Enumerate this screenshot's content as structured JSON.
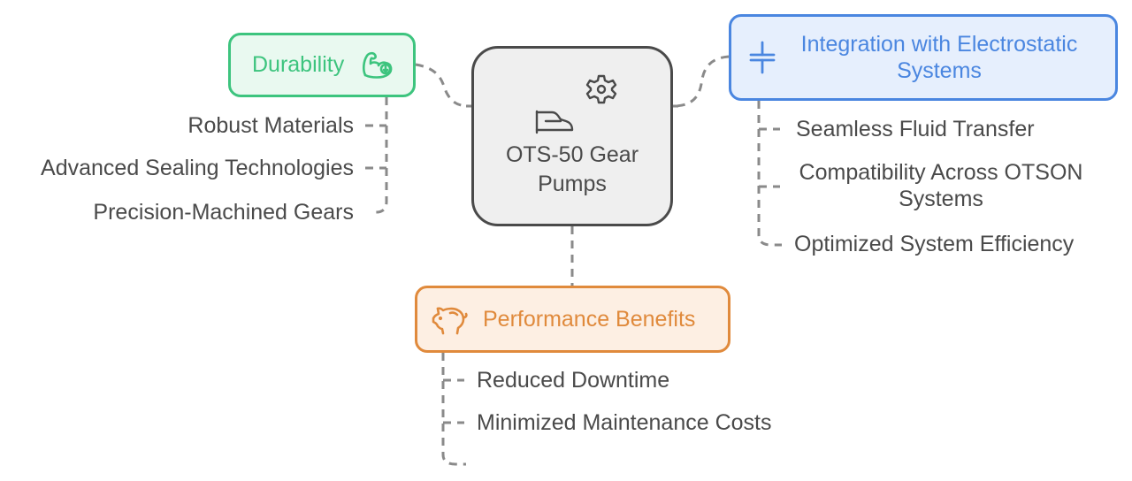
{
  "diagram": {
    "central": {
      "title": "OTS-50 Gear Pumps",
      "icons": [
        "gear-icon",
        "iron-icon"
      ],
      "color": "#4A4A4A"
    },
    "branches": [
      {
        "id": "durability",
        "title": "Durability",
        "icon": "flexed-bicep-icon",
        "color": "#3DC47E",
        "fill": "#E9F9F0",
        "items": [
          "Robust Materials",
          "Advanced Sealing Technologies",
          "Precision-Machined Gears"
        ]
      },
      {
        "id": "integration",
        "title": "Integration with Electrostatic Systems",
        "icon": "capacitor-icon",
        "color": "#4A86E0",
        "fill": "#E6EFFD",
        "items": [
          "Seamless Fluid Transfer",
          "Compatibility Across OTSON Systems",
          "Optimized System Efficiency"
        ]
      },
      {
        "id": "performance",
        "title": "Performance Benefits",
        "icon": "piggy-bank-icon",
        "color": "#E08A3C",
        "fill": "#FDEFE3",
        "items": [
          "Reduced Downtime",
          "Minimized Maintenance Costs"
        ]
      }
    ]
  }
}
